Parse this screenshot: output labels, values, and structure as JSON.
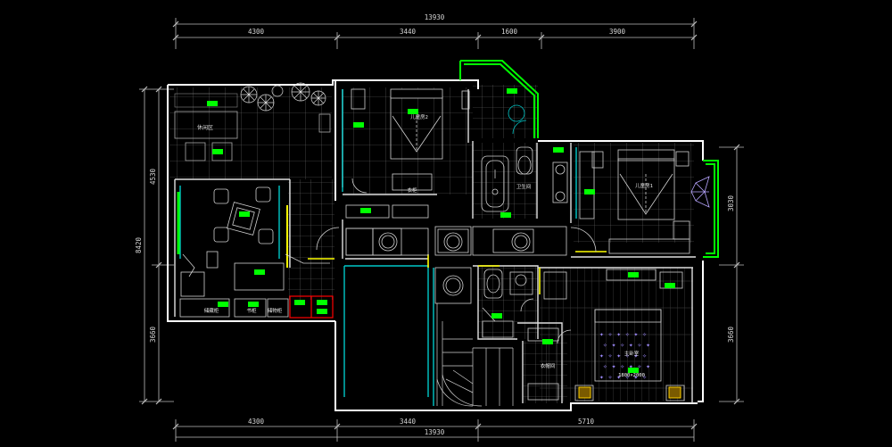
{
  "dimensions": {
    "top_total": "13930",
    "top_segments": [
      "4300",
      "3440",
      "1600",
      "3900"
    ],
    "bottom_total": "13930",
    "bottom_segments": [
      "4300",
      "3440",
      "5710"
    ],
    "left_total": "8420",
    "left_segments": [
      "4530",
      "3660"
    ],
    "right_segments": [
      "3030",
      "3660"
    ]
  },
  "rooms": {
    "balcony_top_left": "休闲区",
    "bedroom_2": "儿童房2",
    "bathroom_upper": "卫生间",
    "bedroom_1": "儿童房1",
    "master_bedroom": "主卧室",
    "bed_size": "1800×2000",
    "walkin": "衣帽间",
    "cabinet_1": "储藏柜",
    "cabinet_2": "书柜",
    "cabinet_3": "储物柜",
    "wardrobe_label": "衣柜"
  },
  "colors": {
    "background": "#000000",
    "wall": "#ffffff",
    "grid": "#8a8a8a",
    "green": "#00ff00",
    "cyan": "#00c8c8",
    "yellow": "#ffff00",
    "red": "#ff0000",
    "dim": "#9a9a9a",
    "purple": "#b8a6ff"
  }
}
